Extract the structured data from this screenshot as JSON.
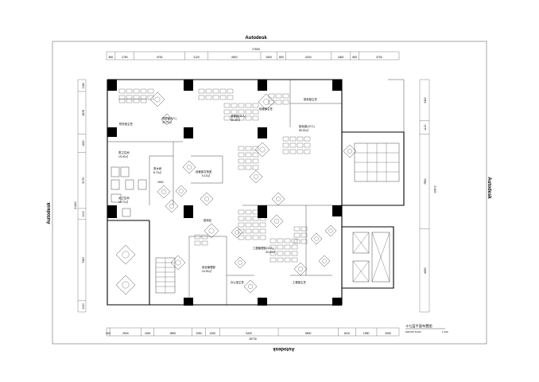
{
  "watermarks": {
    "top": "Autodesk",
    "bottom": "Autodesk",
    "left": "Autodesk",
    "right": "Autodesk"
  },
  "dimensions": {
    "top_total": "27600",
    "top_segments": [
      "800",
      "1750",
      "4700",
      "2120",
      "4900",
      "1500",
      "800",
      "4200",
      "1800",
      "800",
      "3700"
    ],
    "bottom_total": "28730",
    "bottom_segments": [
      "300",
      "2900",
      "1150",
      "3500",
      "1250",
      "1300",
      "5400",
      "5500",
      "1610",
      "1950",
      "2050"
    ],
    "left_total": "21420",
    "left_segments": [
      "1080",
      "3878",
      "1650",
      "5073",
      "1000",
      "7360",
      "1020"
    ],
    "right_total": "21420",
    "right_segments": [
      "3420",
      "1100",
      "7860",
      "6890"
    ]
  },
  "rooms": [
    {
      "id": "manager-office-1",
      "name": "财务室主任",
      "area": ""
    },
    {
      "id": "finance-dept",
      "name": "财务部(8人)",
      "area": "30.70㎡"
    },
    {
      "id": "operations-dept",
      "name": "经营部(11人)",
      "area": "65.30㎡"
    },
    {
      "id": "operations-head",
      "name": "经营部主任",
      "area": ""
    },
    {
      "id": "bidding-head",
      "name": "投标部主任",
      "area": ""
    },
    {
      "id": "bidding-dept",
      "name": "投标部(12人)",
      "area": "95.30㎡"
    },
    {
      "id": "mens-toilet",
      "name": "男卫生间",
      "area": "19.40㎡"
    },
    {
      "id": "tea-room",
      "name": "茶水间",
      "area": "8.70㎡"
    },
    {
      "id": "archive-room",
      "name": "经营部文档室",
      "area": "5.10㎡"
    },
    {
      "id": "womens-toilet",
      "name": "女卫生间",
      "area": "13.70㎡"
    },
    {
      "id": "reception",
      "name": "接待区",
      "area": ""
    },
    {
      "id": "general-office",
      "name": "综合管理部",
      "area": "24.90㎡"
    },
    {
      "id": "engineering-dept",
      "name": "工程管理部(10人)",
      "area": "20.00㎡"
    },
    {
      "id": "office-head",
      "name": "办公室主任",
      "area": ""
    },
    {
      "id": "engineering-head",
      "name": "工程部主任",
      "area": ""
    }
  ],
  "title_block": {
    "title": "十七层平面布置图",
    "subtitle": "GROUP PLAN",
    "scale": "1:100"
  },
  "dim_marks": {
    "mid_left": "1500"
  }
}
